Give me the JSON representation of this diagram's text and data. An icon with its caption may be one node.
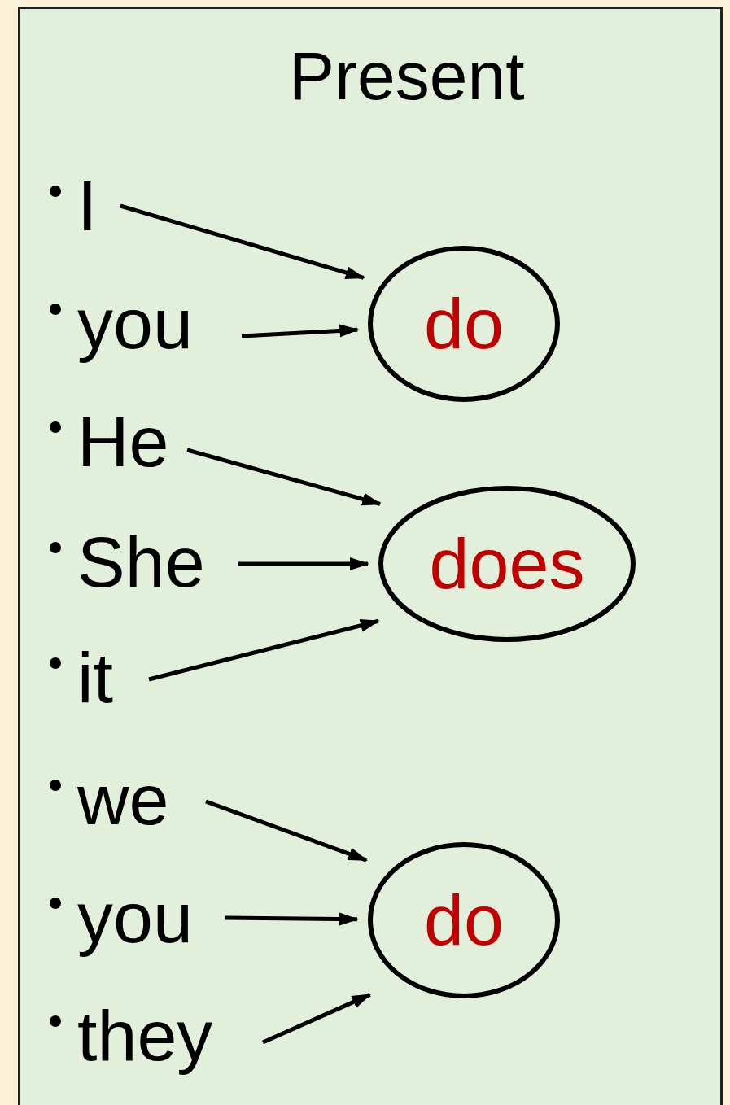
{
  "diagram": {
    "nodes": [
      {
        "text": [
          "Present"
        ]
      },
      {
        "text": [
          "I"
        ],
        "in": 0
      },
      {
        "text": [
          "you"
        ],
        "in": 0
      },
      {
        "text": [
          "He"
        ],
        "in": 0
      },
      {
        "text": [
          "She"
        ],
        "in": 0
      },
      {
        "text": [
          "it"
        ],
        "in": 0
      },
      {
        "text": [
          "we"
        ],
        "in": 0
      },
      {
        "text": [
          "you"
        ],
        "in": 0
      },
      {
        "text": [
          "they"
        ],
        "in": 0
      },
      {
        "text": [
          "do"
        ],
        "in": 0
      },
      {
        "text": [
          "does"
        ],
        "in": 0
      },
      {
        "text": [
          "do"
        ],
        "in": 0
      }
    ],
    "edges": [
      {
        "from": 1,
        "to": 9,
        "arrow": "to"
      },
      {
        "from": 2,
        "to": 9,
        "arrow": "to"
      },
      {
        "from": 3,
        "to": 10,
        "arrow": "to"
      },
      {
        "from": 4,
        "to": 10,
        "arrow": "to"
      },
      {
        "from": 5,
        "to": 10,
        "arrow": "to"
      },
      {
        "from": 6,
        "to": 11,
        "arrow": "to"
      },
      {
        "from": 7,
        "to": 11,
        "arrow": "to"
      },
      {
        "from": 8,
        "to": 11,
        "arrow": "to"
      }
    ]
  }
}
